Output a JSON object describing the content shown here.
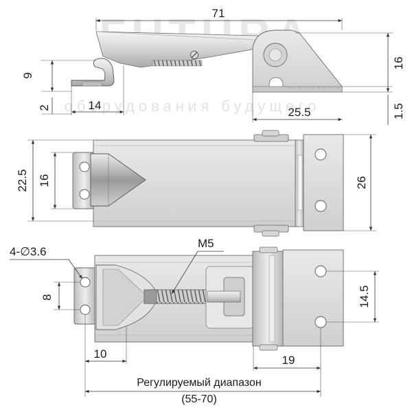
{
  "watermark": {
    "brand": "FUTURA",
    "tagline": "оборудования будущего"
  },
  "dimensions": {
    "top_length": "71",
    "top_height": "16",
    "hook_height": "9",
    "hook_thickness": "2",
    "hook_length": "14",
    "base_length": "25.5",
    "base_thickness": "1.5",
    "plate_width": "22.5",
    "hole_spacing_left": "16",
    "total_width": "26",
    "hole_note": "4-∅3.6",
    "screw_label": "M5",
    "hole_pitch_left": "8",
    "hole_pitch_right": "14.5",
    "left_offset": "10",
    "right_offset": "19"
  },
  "caption": {
    "line1": "Регулируемый диапазон",
    "line2": "(55-70)"
  }
}
